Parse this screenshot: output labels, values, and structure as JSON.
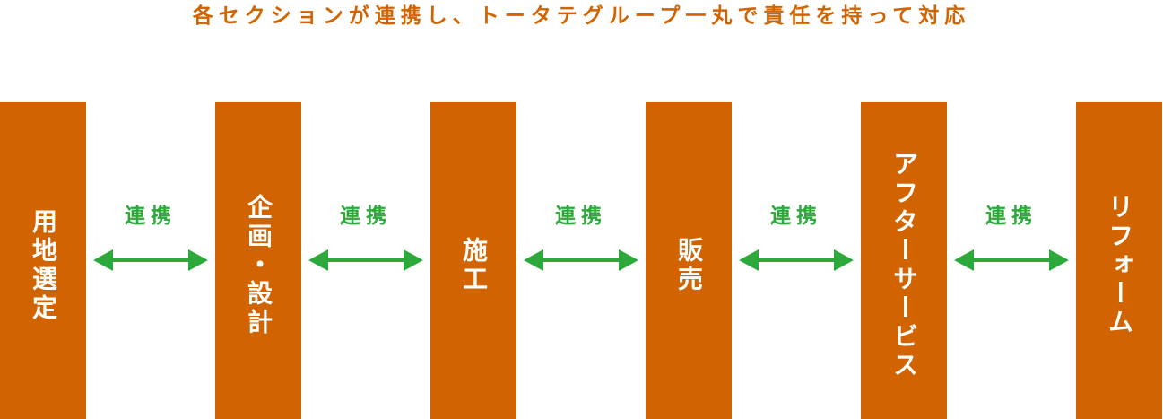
{
  "headline": "各セクションが連携し、トータテグループ一丸で責任を持って対応",
  "stages": [
    {
      "label": "用地選定"
    },
    {
      "label": "企画・設計"
    },
    {
      "label": "施工"
    },
    {
      "label": "販売"
    },
    {
      "label": "アフターサービス"
    },
    {
      "label": "リフォーム"
    }
  ],
  "links": [
    {
      "label": "連携"
    },
    {
      "label": "連携"
    },
    {
      "label": "連携"
    },
    {
      "label": "連携"
    },
    {
      "label": "連携"
    }
  ],
  "colors": {
    "stage_fill": "#d16400",
    "stage_text": "#ffffff",
    "headline": "#d16400",
    "link": "#2da83a"
  }
}
